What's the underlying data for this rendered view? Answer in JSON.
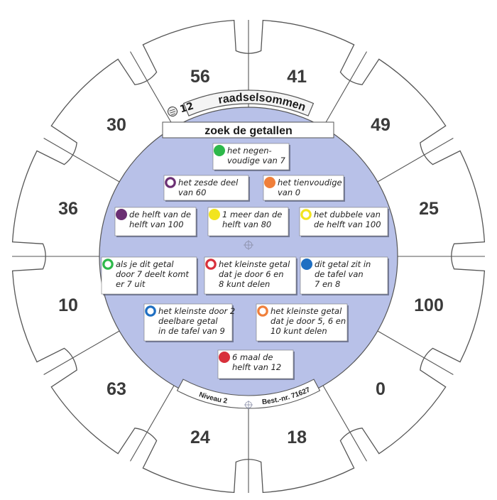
{
  "banner": {
    "level_badge": "12",
    "title": "raadselsommen"
  },
  "header": {
    "title": "zoek de getallen"
  },
  "answers": [
    "56",
    "41",
    "49",
    "25",
    "100",
    "0",
    "18",
    "24",
    "63",
    "10",
    "36",
    "30"
  ],
  "clues": [
    {
      "lines": [
        "het negen-",
        "voudige van 7"
      ],
      "color": "#2db84a",
      "style": "solid"
    },
    {
      "lines": [
        "het zesde deel",
        "van 60"
      ],
      "color": "#6b2f73",
      "style": "ring"
    },
    {
      "lines": [
        "het tienvoudige",
        "van 0"
      ],
      "color": "#f07f3a",
      "style": "solid"
    },
    {
      "lines": [
        "de helft van de",
        "helft van 100"
      ],
      "color": "#6b2f73",
      "style": "solid"
    },
    {
      "lines": [
        "1 meer dan de",
        "helft van 80"
      ],
      "color": "#f2e41f",
      "style": "solid"
    },
    {
      "lines": [
        "het dubbele van",
        "de helft van 100"
      ],
      "color": "#f2e41f",
      "style": "ring"
    },
    {
      "lines": [
        "als je dit getal",
        "door 7 deelt komt",
        "er 7 uit"
      ],
      "color": "#2db84a",
      "style": "ring"
    },
    {
      "lines": [
        "het kleinste getal",
        "dat je door 6 en",
        "8 kunt delen"
      ],
      "color": "#d8303b",
      "style": "ring"
    },
    {
      "lines": [
        "dit getal zit in",
        "de tafel van",
        "7 en 8"
      ],
      "color": "#1f6fc2",
      "style": "solid"
    },
    {
      "lines": [
        "het kleinste door 2",
        "deelbare  getal",
        "in de tafel van 9"
      ],
      "color": "#1f6fc2",
      "style": "ring"
    },
    {
      "lines": [
        "het kleinste getal",
        "dat je door 5, 6 en",
        "10 kunt delen"
      ],
      "color": "#f07f3a",
      "style": "ring"
    },
    {
      "lines": [
        "6 maal de",
        "helft van 12"
      ],
      "color": "#d8303b",
      "style": "solid"
    }
  ],
  "footer": {
    "level": "Niveau 2",
    "order_number": "Best.-nr. 71627"
  },
  "colors": {
    "disc": "#b8c1e8",
    "outline": "#555555",
    "gear": "#ffffff"
  },
  "icons": [
    "crosshair-icon",
    "level-icon"
  ]
}
